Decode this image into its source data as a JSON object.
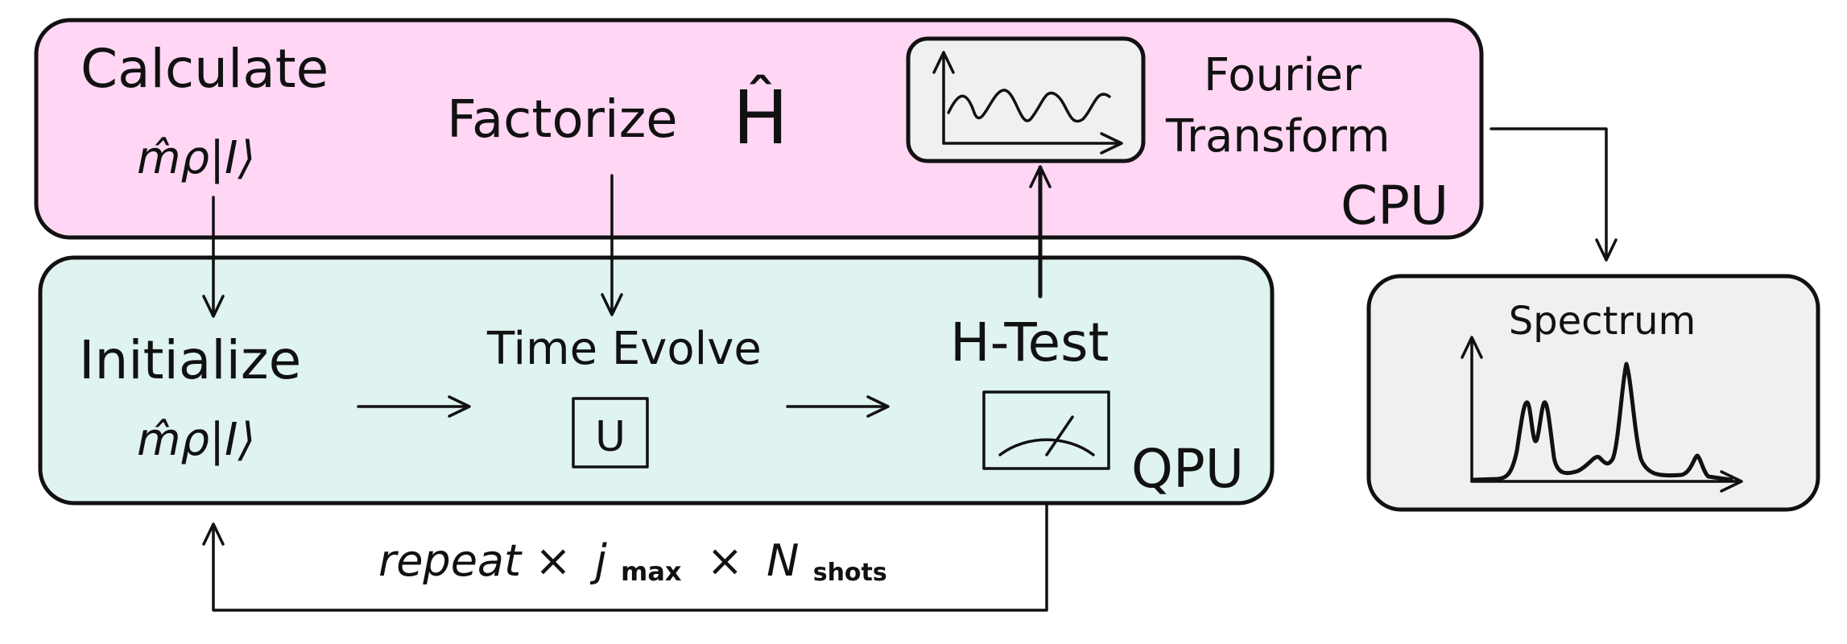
{
  "colors": {
    "cpu_fill": "#ffd6f3",
    "qpu_fill": "#dff3f1",
    "panel_fill": "#f0f0f0",
    "unitary_fill": "#ffd6f3",
    "stroke": "#111111"
  },
  "cpu": {
    "label": "CPU",
    "calculate_title": "Calculate",
    "calculate_state": "m̂ρ|I⟩",
    "factorize_label": "Factorize",
    "factorize_symbol": "Ĥ",
    "fourier_line1": "Fourier",
    "fourier_line2": "Transform"
  },
  "qpu": {
    "label": "QPU",
    "initialize_title": "Initialize",
    "initialize_state": "m̂ρ|I⟩",
    "time_evolve_label": "Time Evolve",
    "unitary_symbol": "U",
    "htest_label": "H-Test"
  },
  "spectrum": {
    "label": "Spectrum"
  },
  "loop": {
    "repeat_text": "repeat ×",
    "j_symbol": "j",
    "j_subscript": "max",
    "times": "×",
    "n_symbol": "N",
    "n_subscript": "shots"
  },
  "icons": [
    "wave-plot-icon",
    "meter-icon",
    "spectrum-plot-icon",
    "unitary-gate-icon"
  ]
}
